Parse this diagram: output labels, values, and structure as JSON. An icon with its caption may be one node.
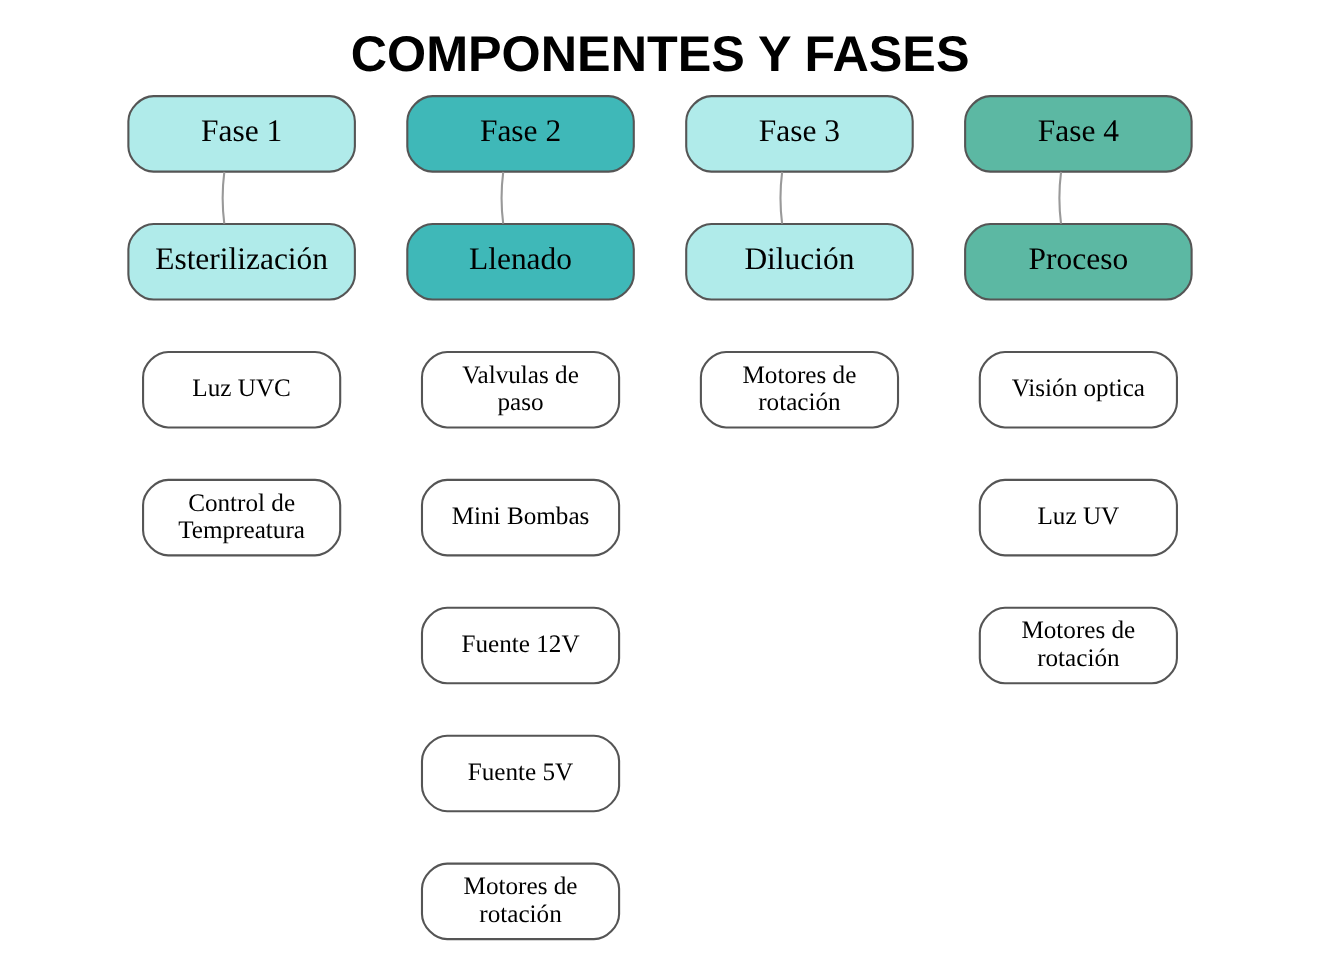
{
  "diagram": {
    "title": "COMPONENTES Y FASES",
    "nodes": [
      {
        "text": [
          "Fase 1"
        ]
      },
      {
        "text": [
          "Esterilización"
        ]
      },
      {
        "text": [
          "Luz UVC"
        ]
      },
      {
        "text": [
          "Control de Tempreatura"
        ]
      },
      {
        "text": [
          "Fase 2"
        ]
      },
      {
        "text": [
          "Llenado"
        ]
      },
      {
        "text": [
          "Valvulas de paso"
        ]
      },
      {
        "text": [
          "Mini Bombas"
        ]
      },
      {
        "text": [
          "Fuente 12V"
        ]
      },
      {
        "text": [
          "Fuente 5V"
        ]
      },
      {
        "text": [
          "Motores de rotación"
        ]
      },
      {
        "text": [
          "Fase 3"
        ]
      },
      {
        "text": [
          "Dilución"
        ]
      },
      {
        "text": [
          "Motores de rotación"
        ]
      },
      {
        "text": [
          "Fase 4"
        ]
      },
      {
        "text": [
          "Proceso"
        ]
      },
      {
        "text": [
          "Visión optica"
        ]
      },
      {
        "text": [
          "Luz UV"
        ]
      },
      {
        "text": [
          "Motores de rotación"
        ]
      }
    ],
    "edges": [
      {
        "from": 0,
        "to": 1,
        "arrow": "none"
      },
      {
        "from": 4,
        "to": 5,
        "arrow": "none"
      },
      {
        "from": 11,
        "to": 12,
        "arrow": "none"
      },
      {
        "from": 14,
        "to": 15,
        "arrow": "none"
      }
    ]
  }
}
